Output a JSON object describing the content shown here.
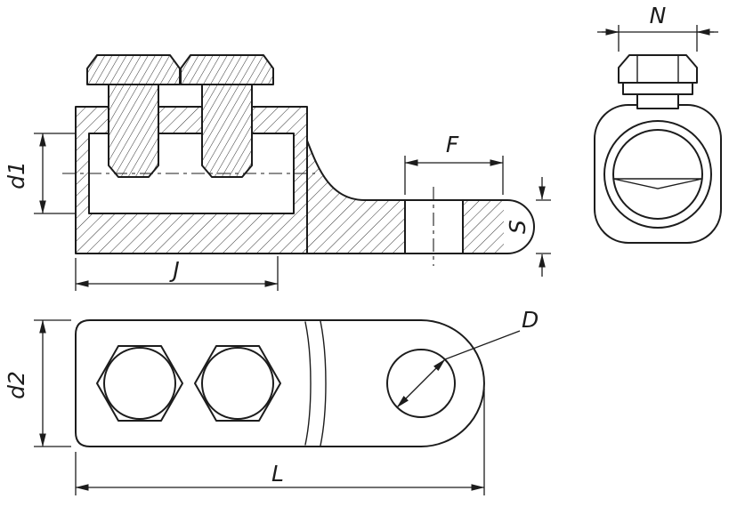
{
  "labels": {
    "d1": "d1",
    "J": "J",
    "F": "F",
    "S": "S",
    "N": "N",
    "d2": "d2",
    "L": "L",
    "D": "D"
  },
  "colors": {
    "line": "#1c1c1c",
    "background": "#ffffff"
  }
}
